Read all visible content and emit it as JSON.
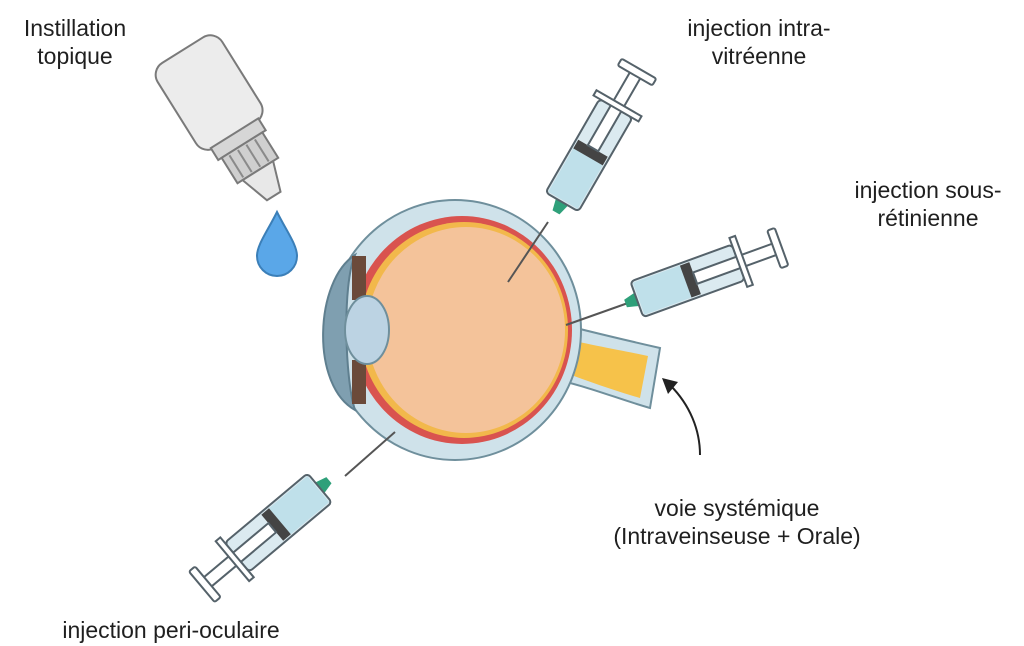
{
  "labels": {
    "topical": {
      "line1": "Instillation",
      "line2": "topique"
    },
    "intravitreal": {
      "line1": "injection intra-",
      "line2": "vitréenne"
    },
    "subretinal": {
      "line1": "injection sous-",
      "line2": "rétinienne"
    },
    "systemic": {
      "line1": "voie systémique",
      "line2": "(Intraveinseuse + Orale)"
    },
    "periocular": {
      "line1": "injection peri-oculaire"
    }
  },
  "colors": {
    "sclera": "#cfe2ea",
    "sclera_stroke": "#6f8f9c",
    "choroid": "#d9534f",
    "retina": "#f2b84b",
    "vitreous": "#f4c39a",
    "lens": "#bcd3e3",
    "cornea": "#7f9fb0",
    "iris": "#6b4a3a",
    "optic_nerve": "#f6c24a",
    "syringe_barrel": "#dbeaf0",
    "syringe_fluid": "#bfe0ea",
    "syringe_stroke": "#55626a",
    "plunger": "#ffffff",
    "stopper": "#444444",
    "needle_hub": "#2fa07a",
    "drop": "#5aa7e8",
    "bottle": "#ececec",
    "bottle_cap": "#d6d6d6"
  }
}
